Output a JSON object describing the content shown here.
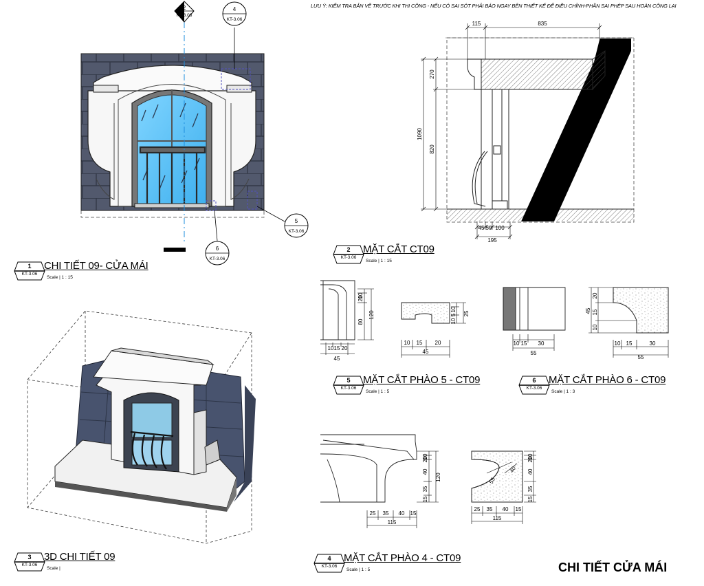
{
  "note": "LƯU Ý: KIỂM TRA BẢN VẼ TRƯỚC KHI THI CÔNG - NẾU CÓ SAI SÓT PHẢI BÁO NGAY BÊN THIẾT KẾ ĐỂ ĐIỀU CHỈNH-PHẦN SAI PHÉP SAU HOÀN CÔNG LẠI",
  "sheet_title": "CHI TIẾT CỬA MÁI",
  "views": {
    "v1": {
      "num": "1",
      "ref": "KT-3.06",
      "title": "CHI TIẾT 09- CỬA MÁI",
      "scale": "Scale | 1 : 15"
    },
    "v2": {
      "num": "2",
      "ref": "KT-3.06",
      "title": "MẶT CẮT CT09",
      "scale": "Scale | 1 : 15"
    },
    "v3": {
      "num": "3",
      "ref": "KT-3.06",
      "title": "3D CHI TIẾT 09",
      "scale": "Scale |"
    },
    "v4": {
      "num": "4",
      "ref": "KT-3.06",
      "title": "MẶT CẮT PHÀO 4 - CT09",
      "scale": "Scale | 1 : 5"
    },
    "v5": {
      "num": "5",
      "ref": "KT-3.06",
      "title": "MẶT CẮT PHÀO 5 - CT09",
      "scale": "Scale | 1 : 5"
    },
    "v6": {
      "num": "6",
      "ref": "KT-3.06",
      "title": "MẶT CẮT PHÀO 6 - CT09",
      "scale": "Scale | 1 : 3"
    }
  },
  "callouts": {
    "c2": {
      "num": "2",
      "ref": "KT-3.06"
    },
    "c4": {
      "num": "4",
      "ref": "KT-3.06"
    },
    "c5": {
      "num": "5",
      "ref": "KT-3.06"
    },
    "c6": {
      "num": "6",
      "ref": "KT-3.06"
    }
  },
  "dims": {
    "sec2": {
      "top_a": "115",
      "top_b": "835",
      "left_270": "270",
      "left_1090": "1090",
      "left_820": "820",
      "bot_45": "45",
      "bot_50": "50",
      "bot_100": "100",
      "bot_195": "195"
    },
    "p5a": {
      "r_10": "10",
      "r_20": "20",
      "r_80": "80",
      "r_120": "120",
      "b_10": "10",
      "b_15": "15",
      "b_20": "20",
      "b_45": "45"
    },
    "p5b": {
      "r_10": "10",
      "r_5": "5",
      "r_10b": "10",
      "r_25": "25",
      "b_10": "10",
      "b_15": "15",
      "b_20": "20",
      "b_45": "45"
    },
    "p6a": {
      "b_10": "10",
      "b_15": "15",
      "b_30": "30",
      "b_55": "55"
    },
    "p6b": {
      "l_45": "45",
      "l_20": "20",
      "l_15": "15",
      "l_10": "10",
      "b_10": "10",
      "b_15": "15",
      "b_30": "30",
      "b_55": "55"
    },
    "p4a": {
      "r_10": "10",
      "r_20": "20",
      "r_40": "40",
      "r_35": "35",
      "r_15": "15",
      "r_120": "120",
      "b_25": "25",
      "b_35": "35",
      "b_40": "40",
      "b_15": "15",
      "b_115": "115"
    },
    "p4b": {
      "r_10": "10",
      "r_20": "20",
      "r_40": "40",
      "r_35": "35",
      "r_15": "15",
      "b_25": "25",
      "b_35": "35",
      "b_40": "40",
      "b_15": "15",
      "b_115": "115",
      "r40": "40",
      "r55": "55"
    }
  }
}
